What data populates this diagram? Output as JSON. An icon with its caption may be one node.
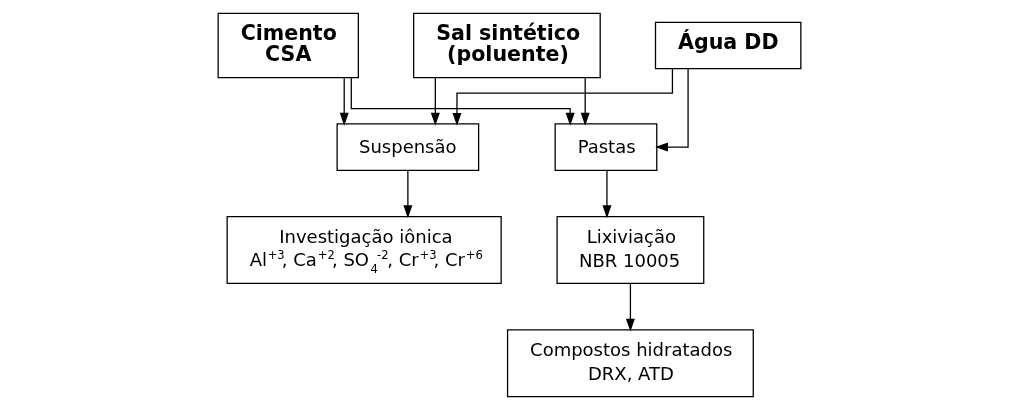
{
  "diagram": {
    "nodes": [
      {
        "text": [
          "Cimento CSA"
        ]
      },
      {
        "text": [
          "Sal sintético (poluente)"
        ]
      },
      {
        "text": [
          "Água DD"
        ]
      },
      {
        "text": [
          "Suspensão"
        ]
      },
      {
        "text": [
          "Pastas"
        ]
      },
      {
        "text": [
          "Investigação iônica",
          "Al$^{+3}$, Ca$^{+2}$, SO$_{4}$$^{-2}$, Cr$^{+3}$, Cr$^{+6}$"
        ]
      },
      {
        "text": [
          "Lixiviação",
          "NBR 10005"
        ]
      },
      {
        "text": [
          "Compostos hidratados",
          "DRX, ATD"
        ]
      }
    ],
    "edges": [
      {
        "from": 0,
        "to": 3,
        "arrow": "to"
      },
      {
        "from": 0,
        "to": 4,
        "arrow": "to"
      },
      {
        "from": 1,
        "to": 3,
        "arrow": "to"
      },
      {
        "from": 1,
        "to": 4,
        "arrow": "to"
      },
      {
        "from": 2,
        "to": 3,
        "arrow": "to"
      },
      {
        "from": 2,
        "to": 4,
        "arrow": "to"
      },
      {
        "from": 3,
        "to": 5,
        "arrow": "to"
      },
      {
        "from": 4,
        "to": 6,
        "arrow": "to"
      },
      {
        "from": 6,
        "to": 7,
        "arrow": "to"
      }
    ]
  }
}
